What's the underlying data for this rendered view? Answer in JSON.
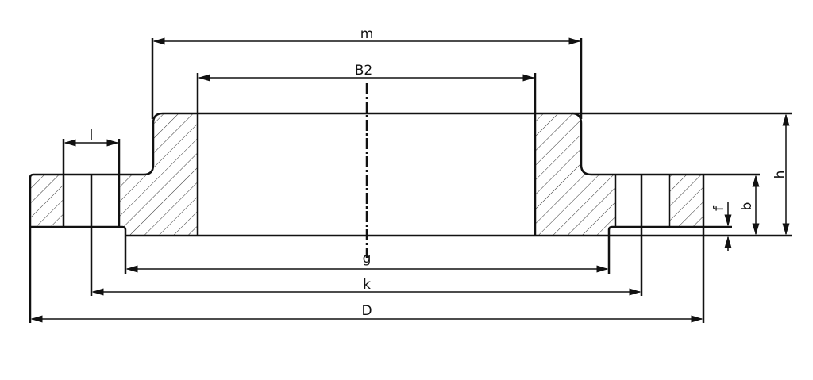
{
  "drawing": {
    "title": "Flange cross-section with dimensions",
    "labels": {
      "m": "m",
      "B2": "B2",
      "l": "l",
      "h": "h",
      "b": "b",
      "f": "f",
      "g": "g",
      "k": "k",
      "D": "D"
    },
    "line_color": "#111111",
    "background": "#ffffff"
  }
}
